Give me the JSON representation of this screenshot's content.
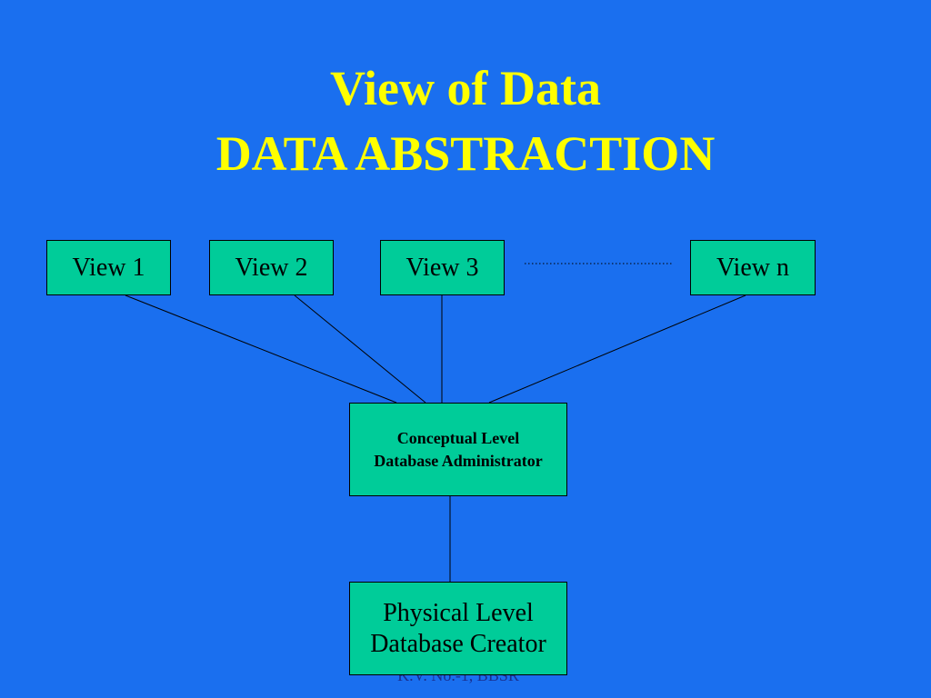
{
  "title": {
    "line1": "View of Data",
    "line2": "DATA ABSTRACTION"
  },
  "views": [
    {
      "label": "View 1"
    },
    {
      "label": "View 2"
    },
    {
      "label": "View 3"
    },
    {
      "label": "View n"
    }
  ],
  "conceptual": {
    "line1": "Conceptual Level",
    "line2": "Database Administrator"
  },
  "physical": {
    "line1": "Physical Level",
    "line2": "Database Creator"
  },
  "footer": {
    "text": "K.V. No.-1, BBSR"
  },
  "colors": {
    "background": "#1a6fef",
    "title": "#ffff00",
    "box": "#00cc99"
  }
}
